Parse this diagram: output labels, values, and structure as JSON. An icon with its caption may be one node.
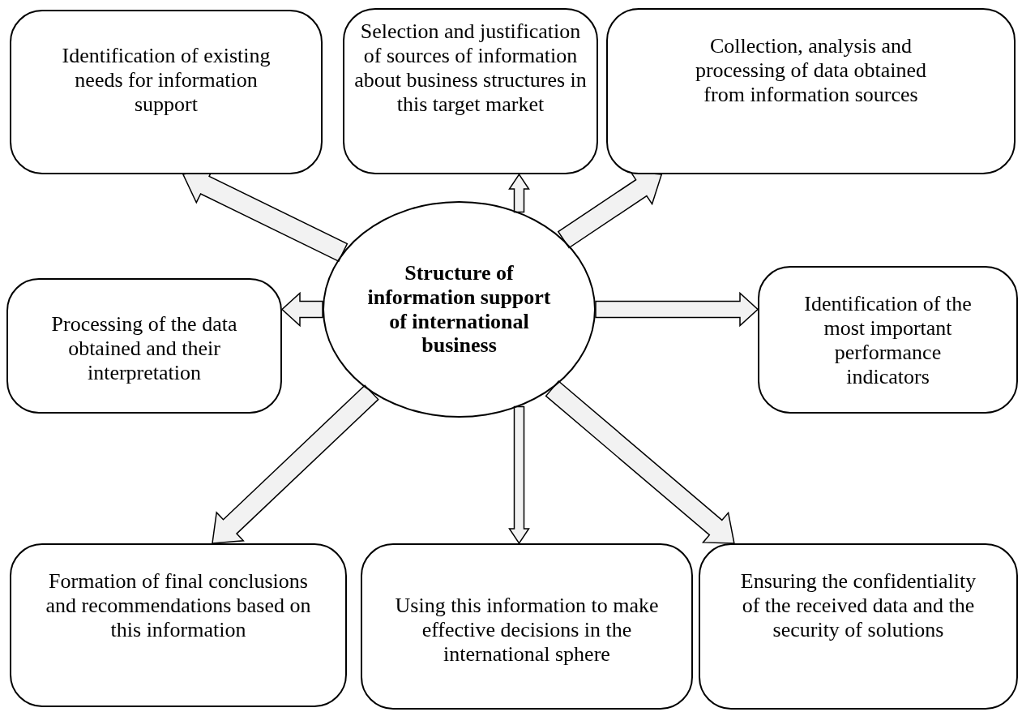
{
  "diagram": {
    "nodes": [
      {
        "text": [
          "Identification of existing needs for information support"
        ]
      },
      {
        "text": [
          "Selection and justification of sources of information about business structures in this target market"
        ]
      },
      {
        "text": [
          "Collection, analysis and processing of data obtained from information sources"
        ]
      },
      {
        "text": [
          "Processing of the data obtained and their interpretation"
        ]
      },
      {
        "text": [
          "Structure of information support of international business"
        ]
      },
      {
        "text": [
          "Identification of the most important performance indicators"
        ]
      },
      {
        "text": [
          "Formation of final conclusions and recommendations based on this information"
        ]
      },
      {
        "text": [
          "Using this information to make effective decisions in the international sphere"
        ]
      },
      {
        "text": [
          "Ensuring the confidentiality of the received data and the security of solutions"
        ]
      }
    ],
    "edges": [
      {
        "from": 4,
        "to": 0,
        "arrow": "to"
      },
      {
        "from": 4,
        "to": 1,
        "arrow": "to"
      },
      {
        "from": 4,
        "to": 2,
        "arrow": "to"
      },
      {
        "from": 4,
        "to": 3,
        "arrow": "to"
      },
      {
        "from": 4,
        "to": 5,
        "arrow": "to"
      },
      {
        "from": 4,
        "to": 6,
        "arrow": "to"
      },
      {
        "from": 4,
        "to": 7,
        "arrow": "to"
      },
      {
        "from": 4,
        "to": 8,
        "arrow": "to"
      }
    ]
  }
}
